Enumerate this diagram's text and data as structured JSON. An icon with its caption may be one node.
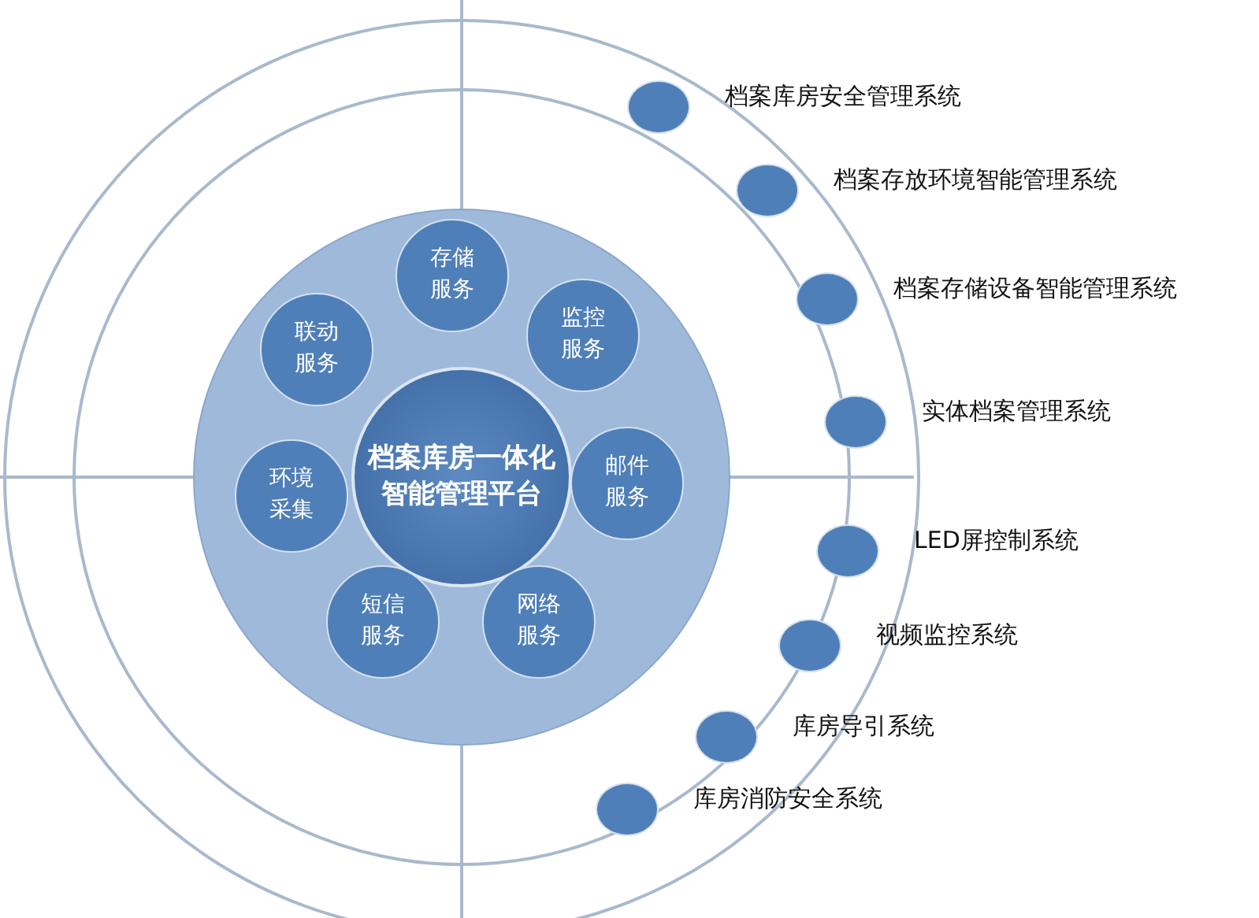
{
  "diagram": {
    "nodes": [
      {
        "text": [
          "档案库房一体化智能管理平台"
        ]
      },
      {
        "text": [
          "存储服务"
        ]
      },
      {
        "text": [
          "监控服务"
        ]
      },
      {
        "text": [
          "邮件服务"
        ]
      },
      {
        "text": [
          "网络服务"
        ]
      },
      {
        "text": [
          "短信服务"
        ]
      },
      {
        "text": [
          "环境采集"
        ]
      },
      {
        "text": [
          "联动服务"
        ]
      },
      {
        "text": [],
        "shape": "circle",
        "beside": [
          "档案库房安全管理系统"
        ]
      },
      {
        "text": [],
        "shape": "circle",
        "beside": [
          "档案存放环境智能管理系统"
        ]
      },
      {
        "text": [],
        "shape": "circle",
        "beside": [
          "档案存储设备智能管理系统"
        ]
      },
      {
        "text": [],
        "shape": "circle",
        "beside": [
          "实体档案管理系统"
        ]
      },
      {
        "text": [],
        "shape": "circle",
        "beside": [
          "LED屏控制系统"
        ]
      },
      {
        "text": [],
        "shape": "circle",
        "beside": [
          "视频监控系统"
        ]
      },
      {
        "text": [],
        "shape": "circle",
        "beside": [
          "库房导引系统"
        ]
      },
      {
        "text": [],
        "shape": "circle",
        "beside": [
          "库房消防安全系统"
        ]
      }
    ]
  }
}
